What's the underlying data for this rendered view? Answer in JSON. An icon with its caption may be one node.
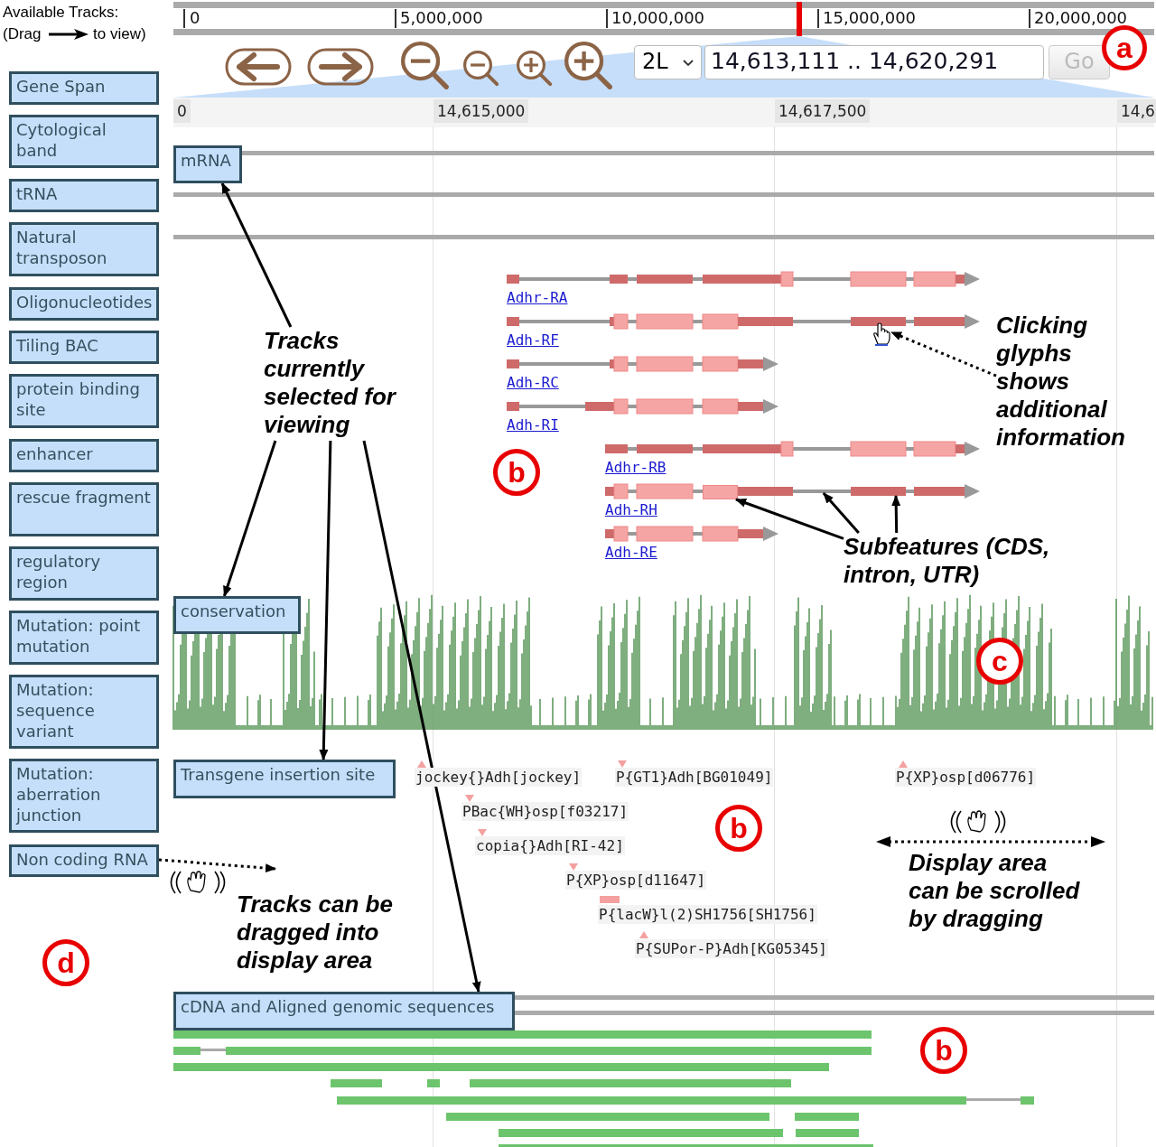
{
  "diagram": {
    "nodes": [
      {
        "text": [
          "a"
        ]
      },
      {
        "text": [
          "Gene Span"
        ]
      },
      {
        "text": [
          "Cytological band"
        ]
      },
      {
        "text": [
          "mRNA"
        ]
      },
      {
        "text": [
          "tRNA"
        ]
      },
      {
        "text": [
          "Natural transposon"
        ]
      },
      {
        "text": [
          "Oligonucleotides"
        ]
      },
      {
        "text": [
          "Tiling BAC"
        ]
      },
      {
        "text": [
          "Tracks currently selected for viewing"
        ]
      },
      {
        "text": [
          "protein binding site"
        ]
      },
      {
        "text": [
          "Clicking glyphs shows additional information"
        ]
      },
      {
        "text": [],
        "shape": "picture"
      },
      {
        "text": [
          "b"
        ]
      },
      {
        "text": [
          "enhancer"
        ]
      },
      {
        "text": [
          "rescue fragment"
        ]
      },
      {
        "text": [],
        "shape": "box"
      },
      {
        "text": [],
        "shape": "bar"
      },
      {
        "text": [],
        "shape": "box"
      },
      {
        "text": [
          "Subfeatures (CDS, intron, UTR)"
        ]
      },
      {
        "text": [
          "regulatory region"
        ]
      },
      {
        "text": [
          "conservation"
        ]
      },
      {
        "text": [
          "Mutation: point mutation"
        ]
      },
      {
        "text": [
          "c"
        ]
      },
      {
        "text": [
          "Mutation: sequence variant"
        ]
      },
      {
        "text": [
          "Mutation: aberration junction"
        ]
      },
      {
        "text": [
          "Transgene insertion site"
        ]
      },
      {
        "text": [
          "b"
        ]
      },
      {
        "text": [
          "Non coding RNA"
        ]
      },
      {
        "text": [
          "d"
        ]
      },
      {
        "text": [
          "cDNA and Aligned genomic sequences"
        ]
      },
      {
        "text": [
          "b"
        ]
      }
    ],
    "edges": [
      {
        "from": 8,
        "to": 3,
        "arrow": "to"
      },
      {
        "from": 8,
        "to": 20,
        "arrow": "to"
      },
      {
        "from": 8,
        "to": 25,
        "arrow": "to"
      },
      {
        "from": 8,
        "to": 29,
        "arrow": "to"
      },
      {
        "from": 10,
        "to": 11,
        "arrow": "to",
        "style": "dashed"
      },
      {
        "from": 18,
        "to": 15,
        "arrow": "to"
      },
      {
        "from": 18,
        "to": 16,
        "arrow": "to"
      },
      {
        "from": 18,
        "to": 17,
        "arrow": "to"
      },
      {
        "from": 27,
        "to": null,
        "arrow": "to",
        "style": "dashed"
      }
    ],
    "labels": [
      "Available Tracks:",
      "(Drag",
      "to view)",
      "0",
      "5,000,000",
      "10,000,000",
      "15,000,000",
      "20,000,000",
      "2L",
      "14,613,111 .. 14,620,291",
      "Go",
      "0",
      "14,615,000",
      "14,617,500",
      "14,6",
      "Adhr-RA",
      "Adh-RF",
      "Adh-RC",
      "Adh-RI",
      "Adhr-RB",
      "Adh-RH",
      "Adh-RE",
      "jockey{}Adh[jockey]",
      "P{GT1}Adh[BG01049]",
      "P{XP}osp[d06776]",
      "PBac{WH}osp[f03217]",
      "copia{}Adh[RI-42]",
      "P{XP}osp[d11647]",
      "P{lacW}l(2)SH1756[SH1756]",
      "P{SUPor-P}Adh[KG05345]",
      "Display area can be scrolled by dragging",
      "Tracks can be dragged into display area"
    ]
  }
}
